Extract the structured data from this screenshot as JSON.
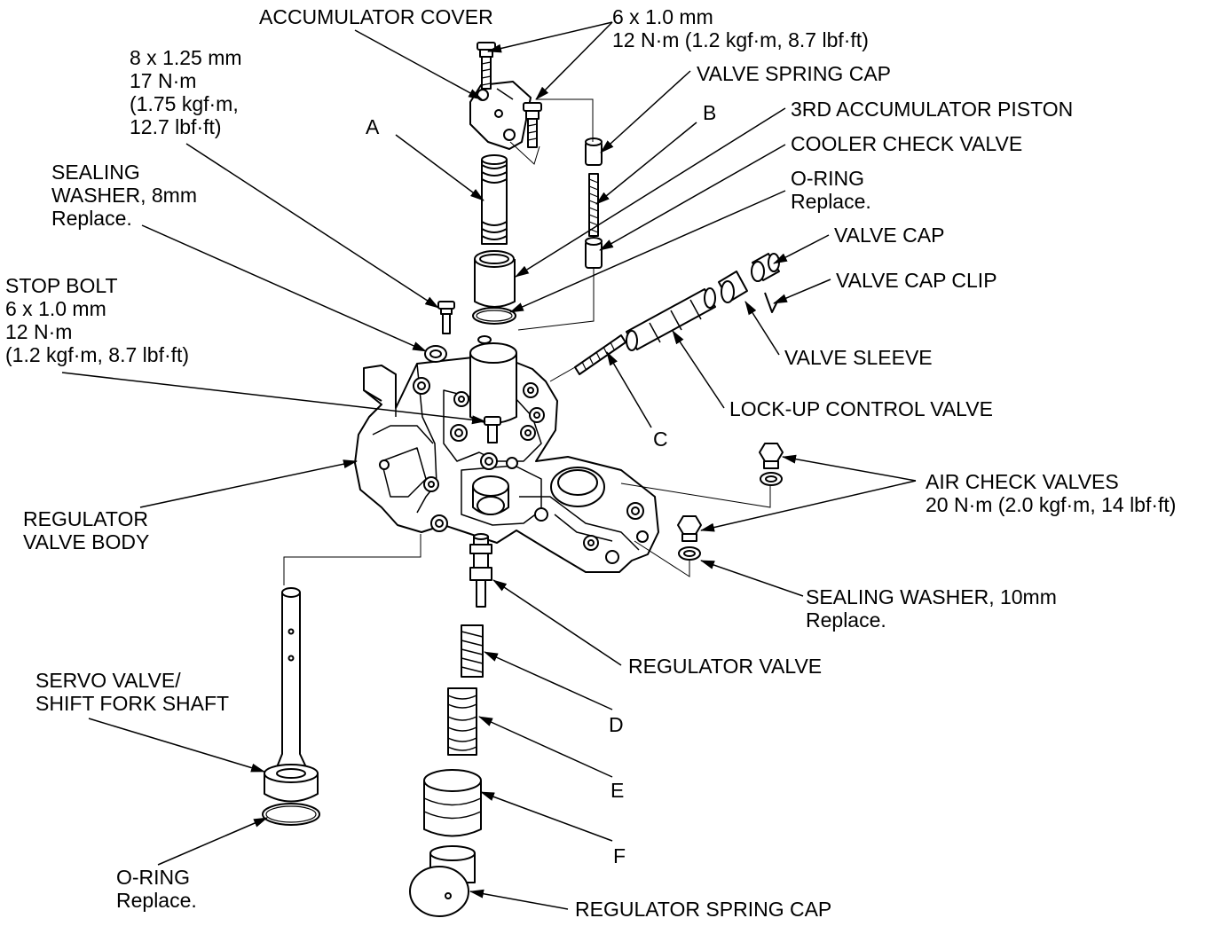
{
  "colors": {
    "ink": "#000000",
    "paper": "#ffffff",
    "fill": "#ffffff"
  },
  "labels": {
    "accumulator_cover": "ACCUMULATOR COVER",
    "bolt_6x10": [
      "6 x 1.0 mm",
      "12 N·m (1.2 kgf·m, 8.7 lbf·ft)"
    ],
    "bolt_8x125": [
      "8 x 1.25 mm",
      "17 N·m",
      "(1.75 kgf·m,",
      "12.7 lbf·ft)"
    ],
    "valve_spring_cap": "VALVE SPRING CAP",
    "ref_a": "A",
    "ref_b": "B",
    "third_accumulator_piston": "3RD ACCUMULATOR PISTON",
    "cooler_check_valve": "COOLER CHECK VALVE",
    "o_ring_top": [
      "O-RING",
      "Replace."
    ],
    "sealing_washer_8mm": [
      "SEALING",
      "WASHER, 8mm",
      "Replace."
    ],
    "valve_cap": "VALVE CAP",
    "valve_cap_clip": "VALVE CAP CLIP",
    "stop_bolt": [
      "STOP BOLT",
      "6 x 1.0 mm",
      "12 N·m",
      "(1.2 kgf·m, 8.7 lbf·ft)"
    ],
    "valve_sleeve": "VALVE SLEEVE",
    "lock_up_control_valve": "LOCK-UP CONTROL VALVE",
    "ref_c": "C",
    "air_check_valves": [
      "AIR CHECK VALVES",
      "20 N·m (2.0 kgf·m, 14 lbf·ft)"
    ],
    "regulator_valve_body": [
      "REGULATOR",
      "VALVE BODY"
    ],
    "sealing_washer_10mm": [
      "SEALING WASHER, 10mm",
      "Replace."
    ],
    "regulator_valve": "REGULATOR VALVE",
    "servo_valve": [
      "SERVO VALVE/",
      "SHIFT FORK SHAFT"
    ],
    "ref_d": "D",
    "ref_e": "E",
    "ref_f": "F",
    "o_ring_bottom": [
      "O-RING",
      "Replace."
    ],
    "regulator_spring_cap": "REGULATOR SPRING CAP"
  }
}
